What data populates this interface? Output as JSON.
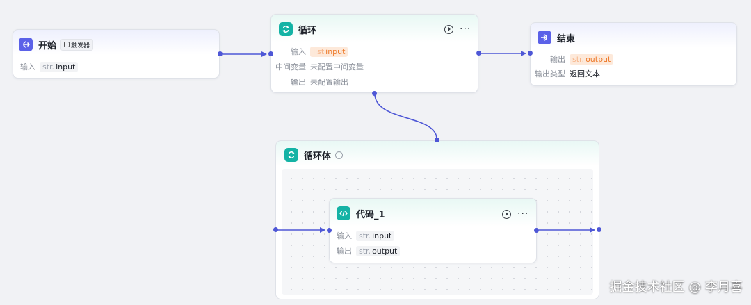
{
  "nodes": {
    "start": {
      "title": "开始",
      "trigger_badge": "触发器",
      "input_label": "输入",
      "input_type": "str.",
      "input_name": "input"
    },
    "loop": {
      "title": "循环",
      "input_label": "输入",
      "input_type": "list",
      "input_name": "input",
      "mid_var_label": "中间变量",
      "mid_var_value": "未配置中间变量",
      "output_label": "输出",
      "output_value": "未配置输出"
    },
    "end": {
      "title": "结束",
      "output_label": "输出",
      "output_type": "str.",
      "output_name": "output",
      "output_kind_label": "输出类型",
      "output_kind_value": "返回文本"
    },
    "loop_body": {
      "title": "循环体",
      "info_glyph": "i"
    },
    "code": {
      "title": "代码_1",
      "input_label": "输入",
      "input_type": "str.",
      "input_name": "input",
      "output_label": "输出",
      "output_type": "str.",
      "output_name": "output"
    }
  },
  "icons": {
    "start": "login-arrow-icon",
    "loop": "loop-cycle-icon",
    "end": "logout-arrow-icon",
    "code": "code-brackets-icon",
    "run": "play-circle-icon",
    "more": "more-dots-icon",
    "more_glyph": "···"
  },
  "colors": {
    "accent": "#5b61e8",
    "loop_accent": "#14b3a5",
    "edge": "#4e57d6",
    "tag_orange_bg": "#fde9da",
    "tag_orange_text": "#ee7a2a"
  },
  "watermark": "掘金技术社区 @ 李月喜"
}
